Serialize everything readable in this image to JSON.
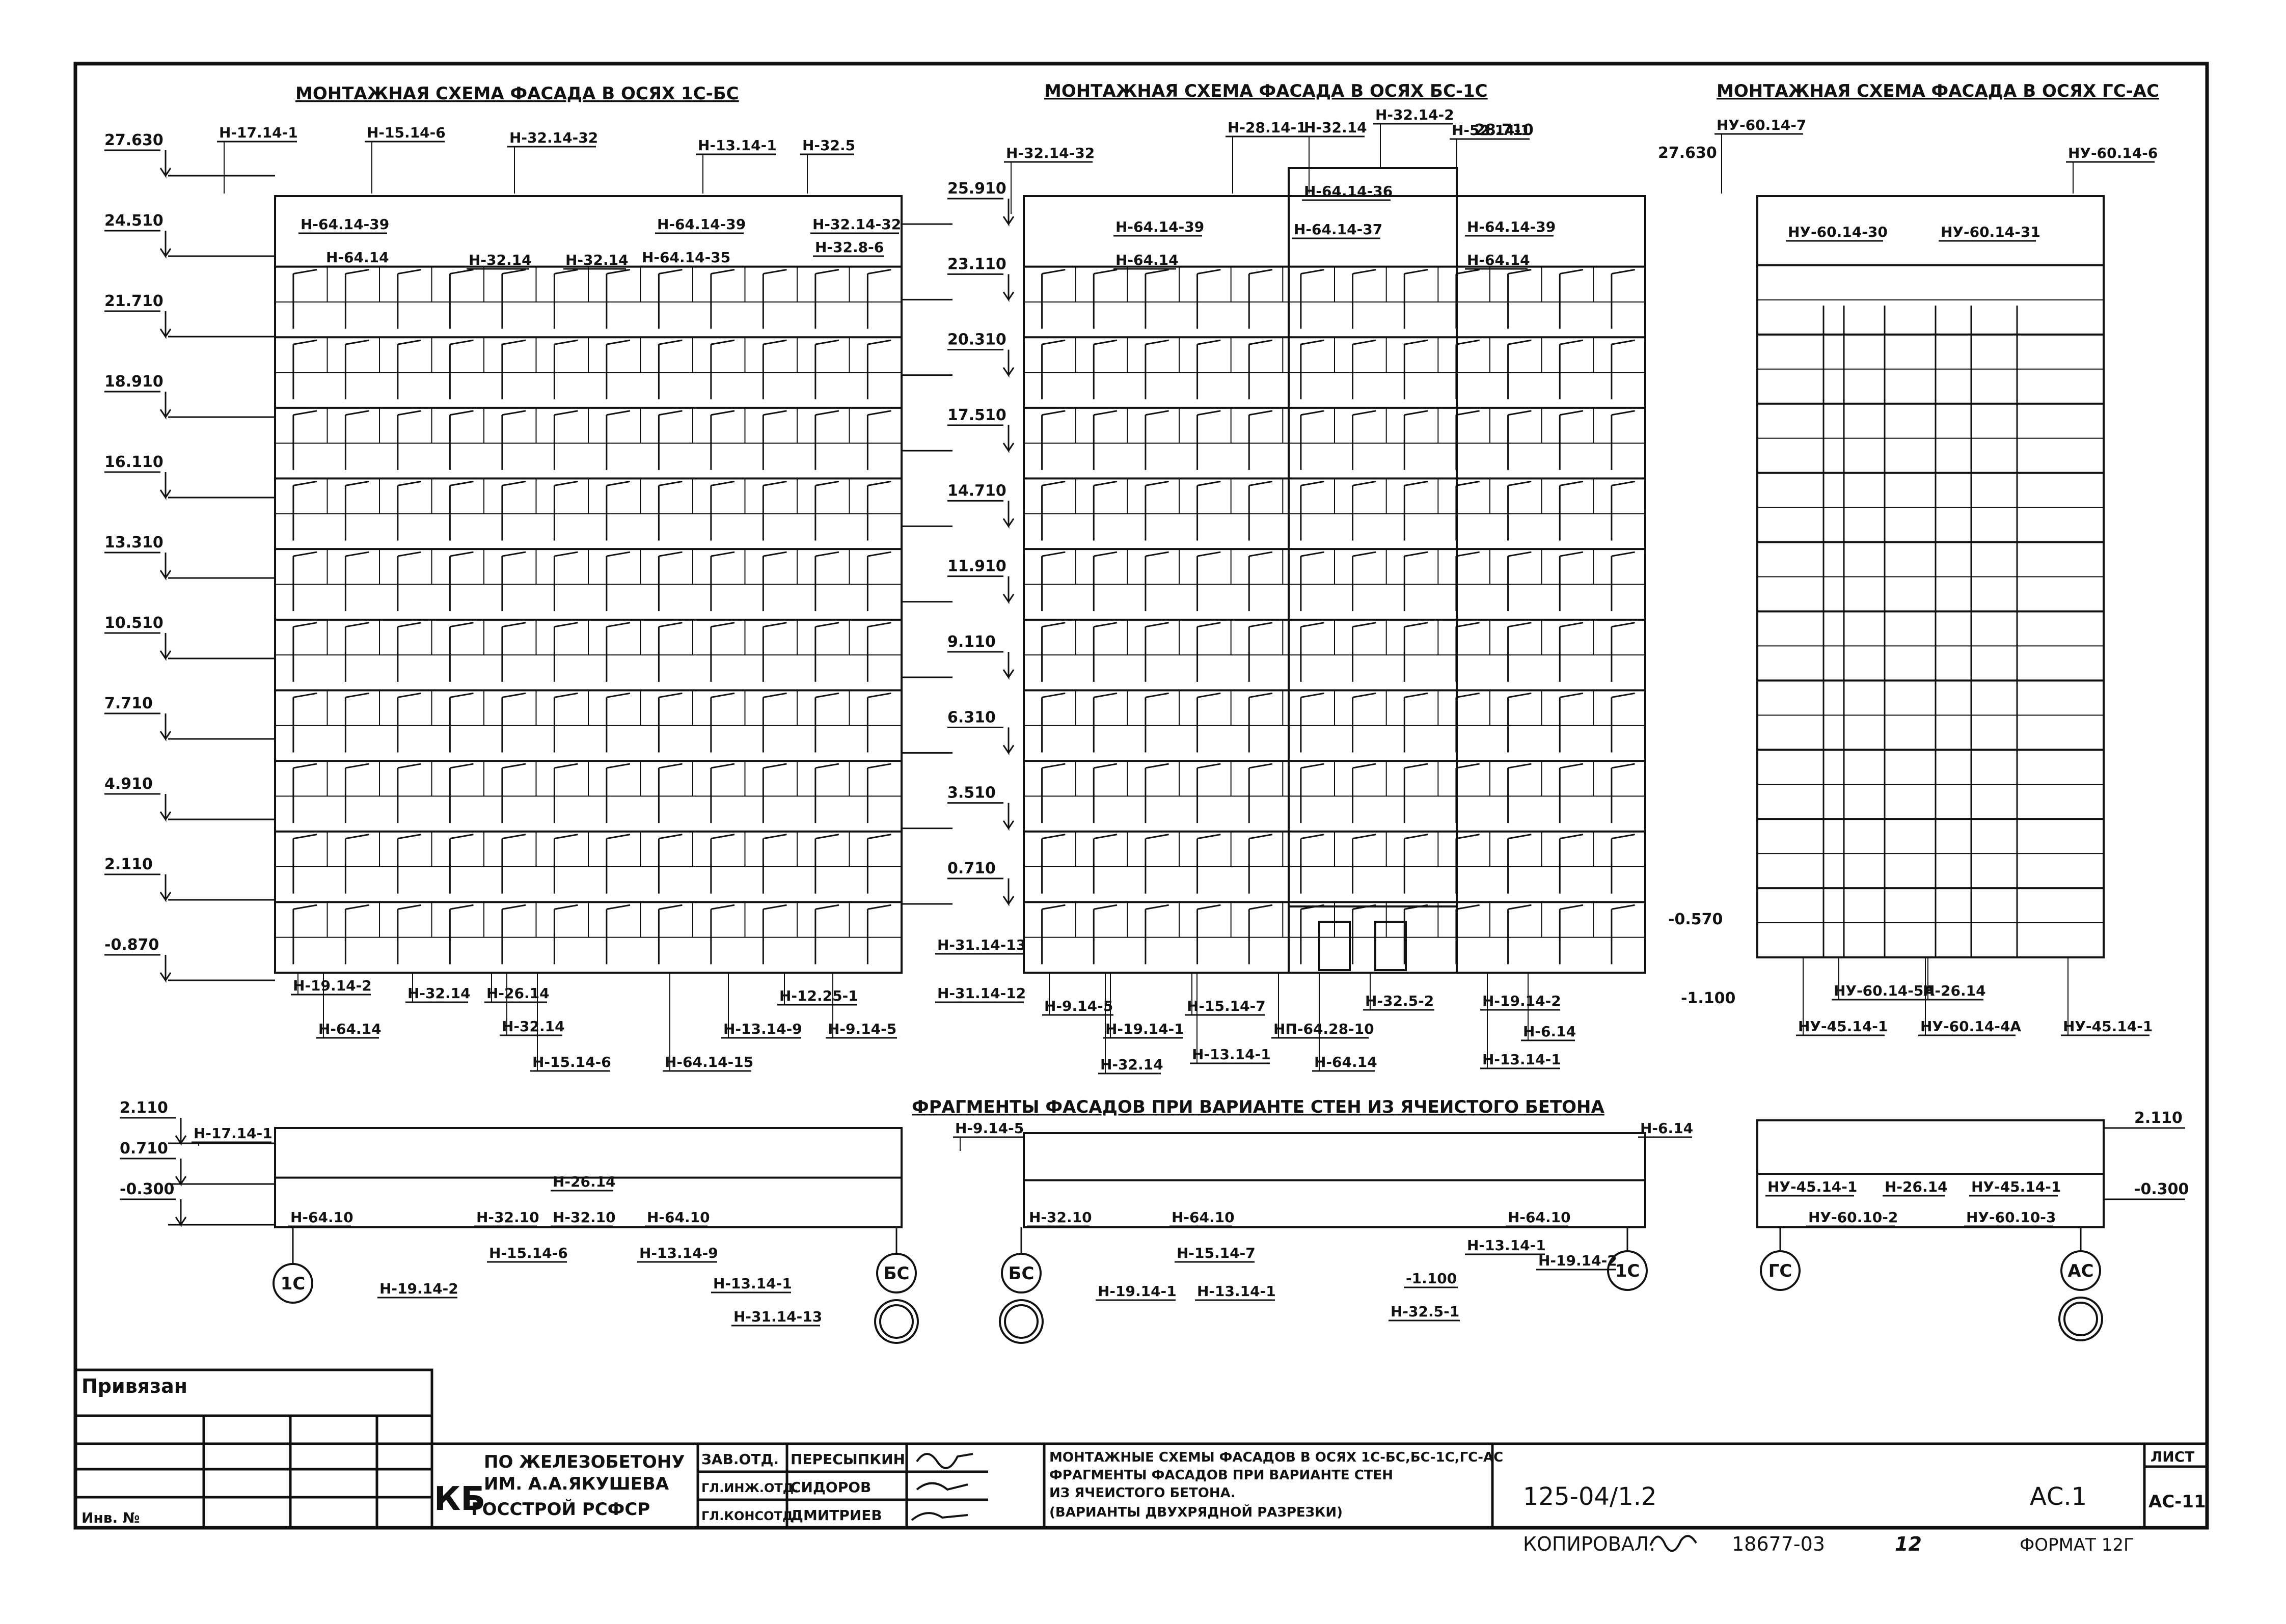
{
  "titles": {
    "facade_left": "МОНТАЖНАЯ СХЕМА ФАСАДА В ОСЯХ 1С-БС",
    "facade_middle": "МОНТАЖНАЯ СХЕМА ФАСАДА В ОСЯХ БС-1С",
    "facade_right": "МОНТАЖНАЯ СХЕМА ФАСАДА В ОСЯХ ГС-АС",
    "fragments": "ФРАГМЕНТЫ ФАСАДОВ ПРИ ВАРИАНТЕ СТЕН ИЗ ЯЧЕИСТОГО БЕТОНА"
  },
  "levels_left": [
    "27.630",
    "24.510",
    "21.710",
    "18.910",
    "16.110",
    "13.310",
    "10.510",
    "7.710",
    "4.910",
    "2.110",
    "-0.870"
  ],
  "levels_middle": [
    "25.910",
    "23.110",
    "20.310",
    "17.510",
    "14.710",
    "11.910",
    "9.110",
    "6.310",
    "3.510",
    "0.710"
  ],
  "level_top_middle": "28.710",
  "level_bottom_middle": "-1.100",
  "level_top_right": "27.630",
  "level_bottom_right": "-0.570",
  "levels_fragment_left": [
    "2.110",
    "0.710",
    "-0.300"
  ],
  "levels_fragment_right": [
    "2.110",
    "-0.300"
  ],
  "labels_left_top": [
    "Н-17.14-1",
    "Н-15.14-6",
    "Н-32.14-32",
    "Н-13.14-1",
    "Н-32.5"
  ],
  "labels_left_rows": [
    "Н-64.14-39",
    "Н-64.14",
    "Н-32.14",
    "Н-32.14",
    "Н-64.14-39",
    "Н-64.14-35",
    "Н-32.14-32",
    "Н-32.8-6"
  ],
  "labels_left_bottom": [
    "Н-19.14-2",
    "Н-32.14",
    "Н-26.14",
    "Н-64.14",
    "Н-32.14",
    "Н-15.14-6",
    "Н-64.14-15",
    "Н-13.14-9",
    "Н-12.25-1",
    "Н-9.14-5",
    "Н-31.14-13",
    "Н-31.14-12"
  ],
  "labels_middle_top": [
    "Н-32.14-32",
    "Н-28.14-1",
    "Н-32.14",
    "Н-32.14-2",
    "Н-52.14-1",
    "Н-64.14-36"
  ],
  "labels_middle_rows": [
    "Н-64.14-39",
    "Н-64.14-37",
    "Н-64.14-39",
    "Н-64.14",
    "Н-64.14"
  ],
  "labels_middle_bottom": [
    "Н-9.14-5",
    "Н-19.14-1",
    "Н-15.14-7",
    "Н-32.14",
    "Н-13.14-1",
    "НП-64.28-10",
    "Н-32.5-2",
    "Н-64.14",
    "Н-19.14-2",
    "Н-6.14",
    "Н-13.14-1"
  ],
  "labels_right_top": [
    "НУ-60.14-7",
    "НУ-60.14-6"
  ],
  "labels_right_rows": [
    "НУ-60.14-30",
    "НУ-60.14-31"
  ],
  "labels_right_bottom": [
    "НУ-60.14-5А",
    "Н-26.14",
    "НУ-45.14-1",
    "НУ-60.14-4А",
    "НУ-45.14-1"
  ],
  "frag_left_labels": [
    "Н-17.14-1",
    "Н-26.14",
    "Н-64.10",
    "Н-32.10",
    "Н-32.10",
    "Н-64.10",
    "Н-15.14-6",
    "Н-13.14-9",
    "Н-19.14-2",
    "Н-13.14-1",
    "Н-31.14-13"
  ],
  "frag_middle_labels": [
    "Н-9.14-5",
    "Н-6.14",
    "Н-32.10",
    "Н-64.10",
    "Н-64.10",
    "Н-15.14-7",
    "Н-19.14-1",
    "Н-13.14-1",
    "-1.100",
    "Н-32.5-1",
    "Н-13.14-1",
    "Н-19.14-2"
  ],
  "frag_right_labels": [
    "НУ-45.14-1",
    "Н-26.14",
    "НУ-45.14-1",
    "НУ-60.10-2",
    "НУ-60.10-3"
  ],
  "axes": [
    "1С",
    "БС",
    "БС",
    "1С",
    "ГС",
    "АС"
  ],
  "title_block": {
    "privyazan": "Привязан",
    "inv": "Инв. №",
    "org_mark": "КБ",
    "org_line1": "ПО ЖЕЛЕЗОБЕТОНУ",
    "org_line2": "ИМ. А.А.ЯКУШЕВА",
    "org_line3": "ГОССТРОЙ РСФСР",
    "role1": "ЗАВ.ОТД.",
    "name1": "ПЕРЕСЫПКИН",
    "role2": "ГЛ.ИНЖ.ОТД.",
    "name2": "СИДОРОВ",
    "role3": "ГЛ.КОНСОТД.",
    "name3": "ДМИТРИЕВ",
    "desc1": "МОНТАЖНЫЕ СХЕМЫ ФАСАДОВ В ОСЯХ 1С-БС,БС-1С,ГС-АС",
    "desc2": "ФРАГМЕНТЫ ФАСАДОВ ПРИ ВАРИАНТЕ СТЕН",
    "desc3": "ИЗ ЯЧЕИСТОГО БЕТОНА.",
    "desc4": "(ВАРИАНТЫ ДВУХРЯДНОЙ РАЗРЕЗКИ)",
    "doc_no": "125-04/1.2",
    "sheet_code": "АС.1",
    "sheet_label": "ЛИСТ",
    "sheet_no": "АС-11"
  },
  "footer": {
    "copied": "КОПИРОВАЛ:",
    "number": "18677-03",
    "n": "12",
    "format": "ФОРМАТ 12Г"
  }
}
